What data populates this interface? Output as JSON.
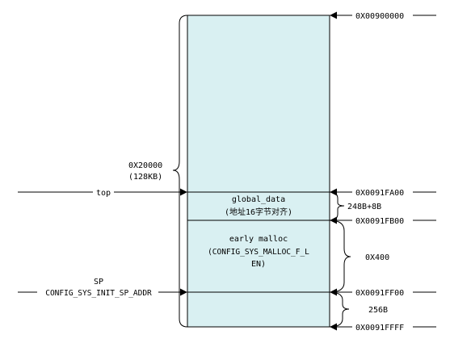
{
  "diagram": {
    "region_fill": "#d9f0f2",
    "addresses": {
      "a0": "0X00900000",
      "a1": "0X0091FA00",
      "a2": "0X0091FB00",
      "a3": "0X0091FF00",
      "a4": "0X0091FFFF"
    },
    "sections": {
      "global_data_line1": "global_data",
      "global_data_line2": "(地址16字节对齐)",
      "early_malloc_line1": "early malloc",
      "early_malloc_line2": "(CONFIG_SYS_MALLOC_F_L",
      "early_malloc_line3": "EN)"
    },
    "sizes": {
      "total_line1": "0X20000",
      "total_line2": "(128KB)",
      "global_size": "248B+8B",
      "malloc_size": "0X400",
      "stack_size": "256B"
    },
    "pointers": {
      "top": "top",
      "sp_line1": "SP",
      "sp_line2": "CONFIG_SYS_INIT_SP_ADDR"
    }
  }
}
